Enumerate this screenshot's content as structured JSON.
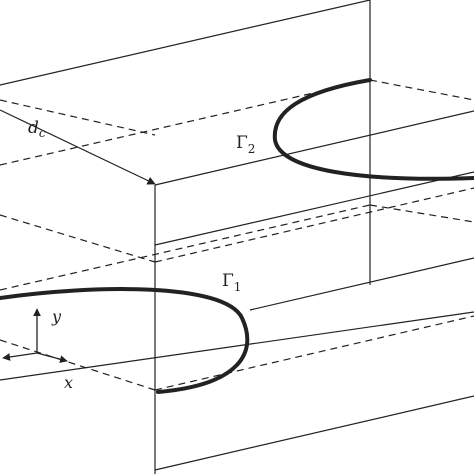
{
  "labels": {
    "distance": "d",
    "distance_sub": "c",
    "curve2": "Γ",
    "curve2_sub": "2",
    "curve1": "Γ",
    "curve1_sub": "1",
    "axis_y": "y",
    "axis_x": "x"
  },
  "colors": {
    "line": "#222222",
    "background": "#ffffff"
  }
}
